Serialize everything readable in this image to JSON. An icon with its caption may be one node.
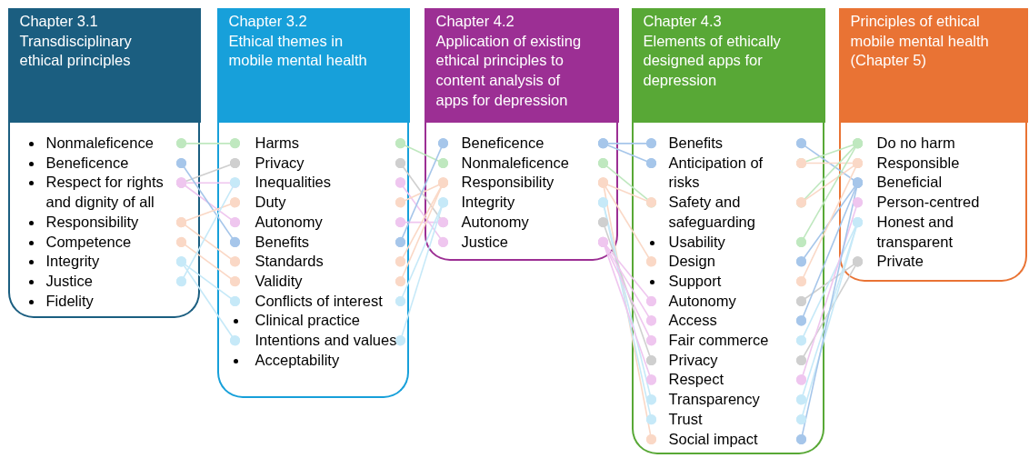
{
  "diagram": {
    "nodes": [
      {
        "text": [
          "Chapter 3.1",
          "Transdisciplinary ethical principles"
        ]
      },
      {
        "text": [
          "Nonmaleficence"
        ],
        "in": 0
      },
      {
        "text": [
          "Beneficence"
        ],
        "in": 0
      },
      {
        "text": [
          "Respect for rights and dignity of all"
        ],
        "in": 0
      },
      {
        "text": [
          "Responsibility"
        ],
        "in": 0
      },
      {
        "text": [
          "Competence"
        ],
        "in": 0
      },
      {
        "text": [
          "Integrity"
        ],
        "in": 0
      },
      {
        "text": [
          "Justice"
        ],
        "in": 0
      },
      {
        "text": [
          "Fidelity"
        ],
        "in": 0
      },
      {
        "text": [
          "Chapter 3.2",
          "Ethical themes in mobile mental health"
        ]
      },
      {
        "text": [
          "Harms"
        ],
        "in": 9
      },
      {
        "text": [
          "Privacy"
        ],
        "in": 9
      },
      {
        "text": [
          "Inequalities"
        ],
        "in": 9
      },
      {
        "text": [
          "Duty"
        ],
        "in": 9
      },
      {
        "text": [
          "Autonomy"
        ],
        "in": 9
      },
      {
        "text": [
          "Benefits"
        ],
        "in": 9
      },
      {
        "text": [
          "Standards"
        ],
        "in": 9
      },
      {
        "text": [
          "Validity"
        ],
        "in": 9
      },
      {
        "text": [
          "Conflicts of interest"
        ],
        "in": 9
      },
      {
        "text": [
          "Clinical practice"
        ],
        "in": 9
      },
      {
        "text": [
          "Intentions and values"
        ],
        "in": 9
      },
      {
        "text": [
          "Acceptability"
        ],
        "in": 9
      },
      {
        "text": [
          "Chapter 4.2",
          "Application of existing ethical principles to content analysis of apps for depression"
        ]
      },
      {
        "text": [
          "Beneficence"
        ],
        "in": 22
      },
      {
        "text": [
          "Nonmaleficence"
        ],
        "in": 22
      },
      {
        "text": [
          "Responsibility"
        ],
        "in": 22
      },
      {
        "text": [
          "Integrity"
        ],
        "in": 22
      },
      {
        "text": [
          "Autonomy"
        ],
        "in": 22
      },
      {
        "text": [
          "Justice"
        ],
        "in": 22
      },
      {
        "text": [
          "Chapter 4.3",
          "Elements of ethically designed apps for depression"
        ]
      },
      {
        "text": [
          "Benefits"
        ],
        "in": 29
      },
      {
        "text": [
          "Anticipation of risks"
        ],
        "in": 29
      },
      {
        "text": [
          "Safety and safeguarding"
        ],
        "in": 29
      },
      {
        "text": [
          "Usability"
        ],
        "in": 29
      },
      {
        "text": [
          "Design"
        ],
        "in": 29
      },
      {
        "text": [
          "Support"
        ],
        "in": 29
      },
      {
        "text": [
          "Autonomy"
        ],
        "in": 29
      },
      {
        "text": [
          "Access"
        ],
        "in": 29
      },
      {
        "text": [
          "Fair commerce"
        ],
        "in": 29
      },
      {
        "text": [
          "Privacy"
        ],
        "in": 29
      },
      {
        "text": [
          "Respect"
        ],
        "in": 29
      },
      {
        "text": [
          "Transparency"
        ],
        "in": 29
      },
      {
        "text": [
          "Trust"
        ],
        "in": 29
      },
      {
        "text": [
          "Social impact"
        ],
        "in": 29
      },
      {
        "text": [
          "Principles of ethical mobile mental health (Chapter 5)"
        ]
      },
      {
        "text": [
          "Do no harm"
        ],
        "in": 44
      },
      {
        "text": [
          "Responsible"
        ],
        "in": 44
      },
      {
        "text": [
          "Beneficial"
        ],
        "in": 44
      },
      {
        "text": [
          "Person-centred"
        ],
        "in": 44
      },
      {
        "text": [
          "Honest and transparent"
        ],
        "in": 44
      },
      {
        "text": [
          "Private"
        ],
        "in": 44
      }
    ],
    "edges": [
      {
        "from": 1,
        "to": 10,
        "arrow": "other",
        "color": "#bfe8bf"
      },
      {
        "from": 3,
        "to": 11,
        "arrow": "other",
        "color": "#cfcfcf"
      },
      {
        "from": 3,
        "to": 12,
        "arrow": "other",
        "color": "#efc6ef"
      },
      {
        "from": 3,
        "to": 14,
        "arrow": "other",
        "color": "#efc6ef"
      },
      {
        "from": 2,
        "to": 15,
        "arrow": "other",
        "color": "#a6c6ea"
      },
      {
        "from": 4,
        "to": 13,
        "arrow": "other",
        "color": "#fad8c6"
      },
      {
        "from": 4,
        "to": 16,
        "arrow": "other",
        "color": "#fad8c6"
      },
      {
        "from": 5,
        "to": 17,
        "arrow": "other",
        "color": "#fad8c6"
      },
      {
        "from": 6,
        "to": 18,
        "arrow": "other",
        "color": "#c6e9f8"
      },
      {
        "from": 6,
        "to": 20,
        "arrow": "other",
        "color": "#c6e9f8"
      },
      {
        "from": 7,
        "to": 12,
        "arrow": "other",
        "color": "#c6e9f8"
      },
      {
        "from": 10,
        "to": 24,
        "arrow": "other",
        "color": "#bfe8bf"
      },
      {
        "from": 11,
        "to": 27,
        "arrow": "other",
        "color": "#cfcfcf"
      },
      {
        "from": 12,
        "to": 28,
        "arrow": "other",
        "color": "#efc6ef"
      },
      {
        "from": 13,
        "to": 25,
        "arrow": "other",
        "color": "#fad8c6"
      },
      {
        "from": 14,
        "to": 27,
        "arrow": "other",
        "color": "#efc6ef"
      },
      {
        "from": 15,
        "to": 23,
        "arrow": "other",
        "color": "#a6c6ea"
      },
      {
        "from": 16,
        "to": 25,
        "arrow": "other",
        "color": "#fad8c6"
      },
      {
        "from": 17,
        "to": 25,
        "arrow": "other",
        "color": "#fad8c6"
      },
      {
        "from": 18,
        "to": 26,
        "arrow": "other",
        "color": "#c6e9f8"
      },
      {
        "from": 20,
        "to": 26,
        "arrow": "other",
        "color": "#c6e9f8"
      },
      {
        "from": 23,
        "to": 30,
        "arrow": "other",
        "color": "#a6c6ea"
      },
      {
        "from": 23,
        "to": 31,
        "arrow": "other",
        "color": "#a6c6ea"
      },
      {
        "from": 24,
        "to": 32,
        "arrow": "other",
        "color": "#bfe8bf"
      },
      {
        "from": 25,
        "to": 32,
        "arrow": "other",
        "color": "#fad8c6"
      },
      {
        "from": 25,
        "to": 34,
        "arrow": "other",
        "color": "#fad8c6"
      },
      {
        "from": 25,
        "to": 43,
        "arrow": "other",
        "color": "#fad8c6"
      },
      {
        "from": 26,
        "to": 41,
        "arrow": "other",
        "color": "#c6e9f8"
      },
      {
        "from": 26,
        "to": 42,
        "arrow": "other",
        "color": "#c6e9f8"
      },
      {
        "from": 27,
        "to": 39,
        "arrow": "other",
        "color": "#cfcfcf"
      },
      {
        "from": 28,
        "to": 36,
        "arrow": "other",
        "color": "#efc6ef"
      },
      {
        "from": 28,
        "to": 37,
        "arrow": "other",
        "color": "#efc6ef"
      },
      {
        "from": 28,
        "to": 38,
        "arrow": "other",
        "color": "#efc6ef"
      },
      {
        "from": 28,
        "to": 40,
        "arrow": "other",
        "color": "#efc6ef"
      },
      {
        "from": 30,
        "to": 47,
        "arrow": "other",
        "color": "#a6c6ea"
      },
      {
        "from": 31,
        "to": 45,
        "arrow": "other",
        "color": "#bfe8bf"
      },
      {
        "from": 31,
        "to": 46,
        "arrow": "other",
        "color": "#fad8c6"
      },
      {
        "from": 32,
        "to": 45,
        "arrow": "other",
        "color": "#bfe8bf"
      },
      {
        "from": 32,
        "to": 46,
        "arrow": "other",
        "color": "#fad8c6"
      },
      {
        "from": 33,
        "to": 45,
        "arrow": "other",
        "color": "#bfe8bf"
      },
      {
        "from": 34,
        "to": 47,
        "arrow": "other",
        "color": "#a6c6ea"
      },
      {
        "from": 35,
        "to": 46,
        "arrow": "other",
        "color": "#fad8c6"
      },
      {
        "from": 36,
        "to": 50,
        "arrow": "other",
        "color": "#cfcfcf"
      },
      {
        "from": 37,
        "to": 47,
        "arrow": "other",
        "color": "#a6c6ea"
      },
      {
        "from": 38,
        "to": 49,
        "arrow": "other",
        "color": "#c6e9f8"
      },
      {
        "from": 39,
        "to": 50,
        "arrow": "other",
        "color": "#cfcfcf"
      },
      {
        "from": 40,
        "to": 48,
        "arrow": "other",
        "color": "#efc6ef"
      },
      {
        "from": 41,
        "to": 49,
        "arrow": "other",
        "color": "#c6e9f8"
      },
      {
        "from": 42,
        "to": 49,
        "arrow": "other",
        "color": "#c6e9f8"
      },
      {
        "from": 43,
        "to": 47,
        "arrow": "other",
        "color": "#a6c6ea"
      }
    ]
  }
}
